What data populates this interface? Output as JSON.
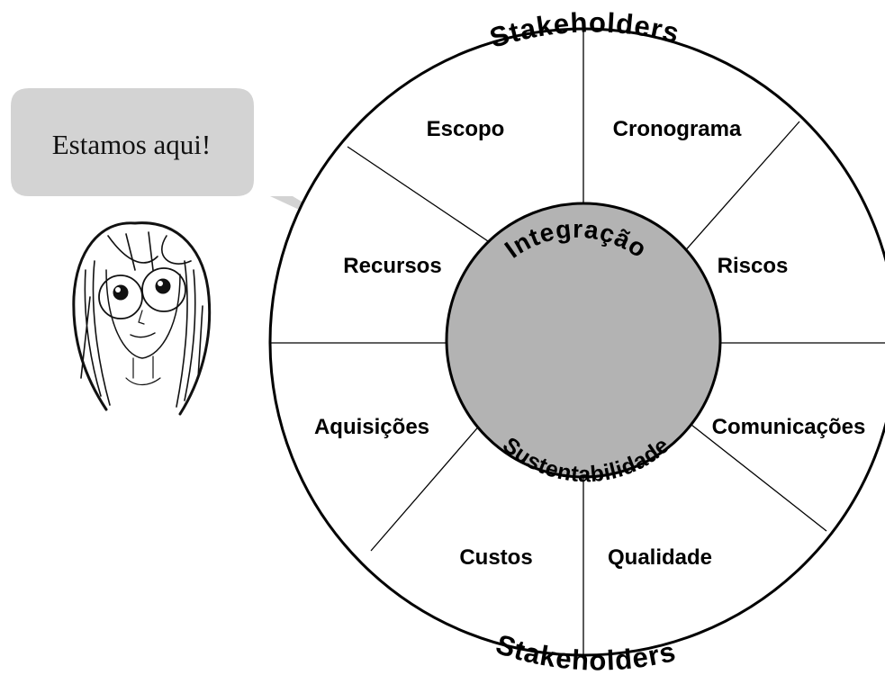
{
  "callout": {
    "text": "Estamos aqui!"
  },
  "wheel": {
    "outer_label_top": "Stakeholders",
    "outer_label_bottom": "Stakeholders",
    "center_top": "Integração",
    "center_bottom": "Sustentabilidade",
    "center_fill": "#b3b3b3",
    "bubble_fill": "#d3d3d3",
    "areas": {
      "escopo": "Escopo",
      "cronograma": "Cronograma",
      "riscos": "Riscos",
      "comunicacoes": "Comunicações",
      "qualidade": "Qualidade",
      "custos": "Custos",
      "aquisicoes": "Aquisições",
      "recursos": "Recursos"
    }
  }
}
